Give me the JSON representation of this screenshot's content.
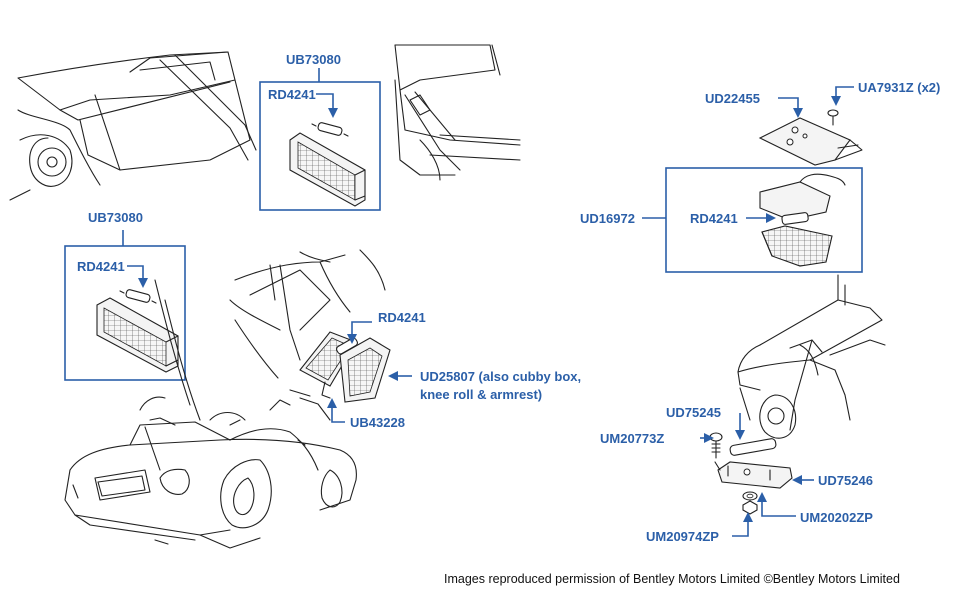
{
  "colors": {
    "label": "#2b5fa8",
    "line_art": "#222222",
    "background": "#ffffff"
  },
  "labels": {
    "top_group_box": "UB73080",
    "top_group_bulb": "RD4241",
    "left_group_box": "UB73080",
    "left_group_bulb": "RD4241",
    "cubby_bulb": "RD4241",
    "cubby_lamp": "UD25807 (also cubby box,",
    "cubby_lamp_line2": "knee roll & armrest)",
    "cubby_cover": "UB43228",
    "boot_cover": "UD22455",
    "boot_screw": "UA7931Z (x2)",
    "boot_lamp_box": "UD16972",
    "boot_lamp_bulb": "RD4241",
    "plate_bulb": "UD75245",
    "plate_screw": "UM20773Z",
    "plate_lamp": "UD75246",
    "plate_washer": "UM20202ZP",
    "plate_nut": "UM20974ZP"
  },
  "credit": "Images reproduced permission of Bentley Motors Limited ©Bentley Motors Limited"
}
